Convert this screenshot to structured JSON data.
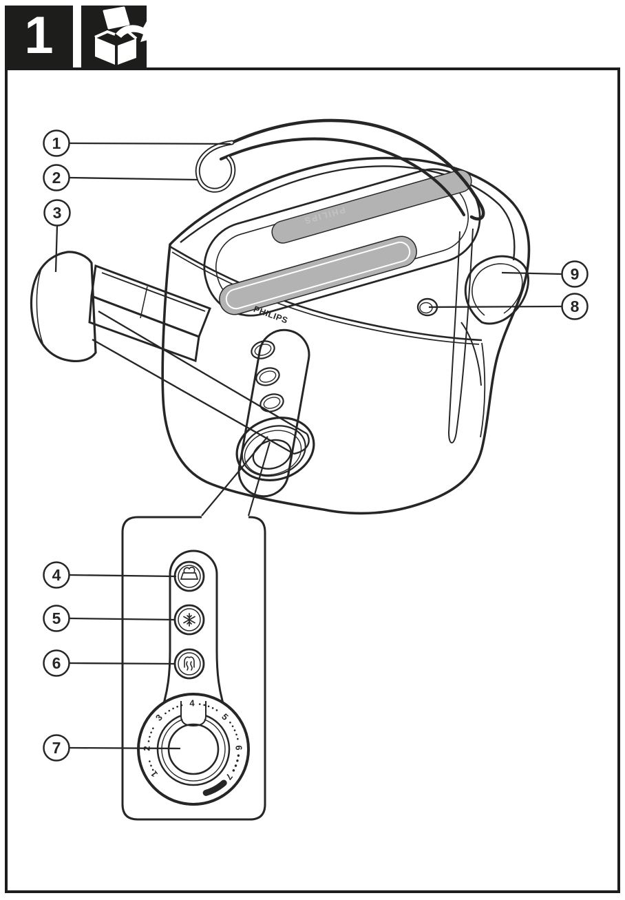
{
  "header": {
    "step_number": "1",
    "step_icon": "unboxing-icon"
  },
  "figure": {
    "brand_front": "PHILIPS",
    "brand_top": "PHILIPS",
    "callouts": [
      {
        "number": "1"
      },
      {
        "number": "2"
      },
      {
        "number": "3"
      },
      {
        "number": "4"
      },
      {
        "number": "5"
      },
      {
        "number": "6"
      },
      {
        "number": "7"
      },
      {
        "number": "8"
      },
      {
        "number": "9"
      }
    ],
    "control_buttons": [
      {
        "icon": "bun-warming-icon"
      },
      {
        "icon": "defrost-icon"
      },
      {
        "icon": "reheat-icon"
      }
    ],
    "browning_dial": {
      "settings": [
        "1",
        "2",
        "3",
        "4",
        "5",
        "6",
        "7"
      ]
    },
    "colors": {
      "line": "#262626",
      "slot_fill": "#b3b3b3",
      "header_bg": "#1d1d1b"
    }
  }
}
